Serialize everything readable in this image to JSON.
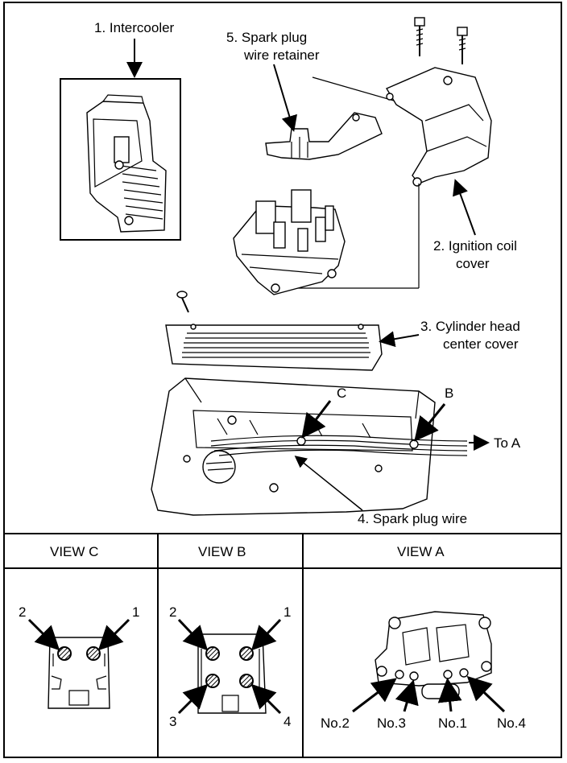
{
  "callouts": {
    "intercooler": "1. Intercooler",
    "ignition_coil_cover_line1": "2. Ignition coil",
    "ignition_coil_cover_line2": "cover",
    "cylinder_head_line1": "3. Cylinder head",
    "cylinder_head_line2": "center cover",
    "spark_plug_wire": "4. Spark plug wire",
    "retainer_line1": "5. Spark plug",
    "retainer_line2": "wire retainer",
    "point_c": "C",
    "point_b": "B",
    "to_a": "To A"
  },
  "views": {
    "view_c": {
      "title": "VIEW C",
      "labels": [
        "2",
        "1"
      ]
    },
    "view_b": {
      "title": "VIEW B",
      "labels": [
        "2",
        "1",
        "3",
        "4"
      ]
    },
    "view_a": {
      "title": "VIEW A",
      "labels": [
        "No.2",
        "No.3",
        "No.1",
        "No.4"
      ]
    }
  }
}
